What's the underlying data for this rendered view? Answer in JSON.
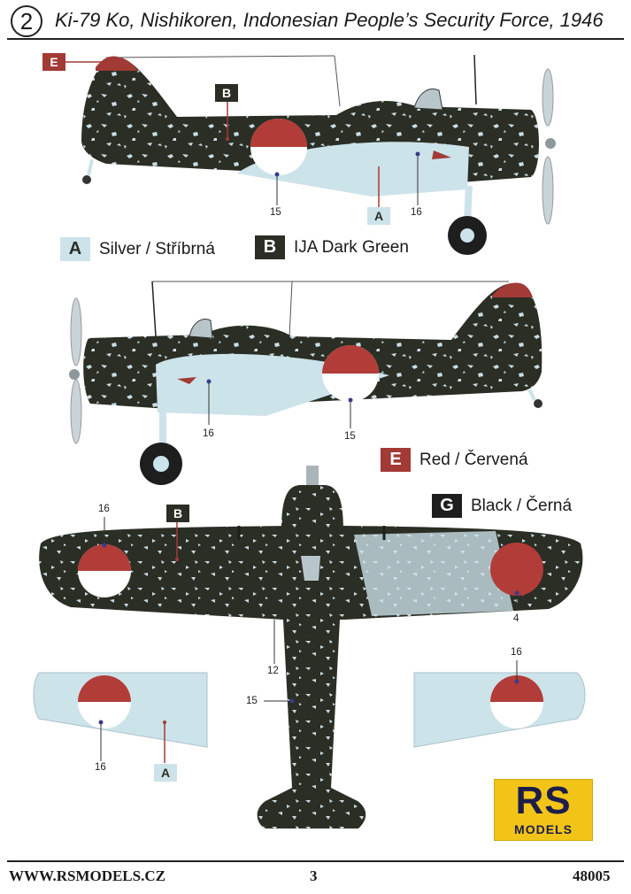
{
  "header": {
    "profile_number": "2",
    "title": "Ki-79 Ko, Nishikoren, Indonesian People’s Security Force, 1946"
  },
  "legend": {
    "a": {
      "code": "A",
      "label": "Silver / Stříbrná",
      "color": "#cde3ea"
    },
    "b": {
      "code": "B",
      "label": "IJA Dark Green",
      "color": "#2b2e24"
    },
    "e": {
      "code": "E",
      "label": "Red / Červená",
      "color": "#a23a36"
    },
    "g": {
      "code": "G",
      "label": "Black / Černá",
      "color": "#1e1e1e"
    }
  },
  "callouts": {
    "side1_e": "E",
    "side1_b": "B",
    "side1_a": "A",
    "side1_15": "15",
    "side1_16": "16",
    "side2_16": "16",
    "side2_15": "15",
    "top_16": "16",
    "top_b": "B",
    "top_4": "4",
    "top_12": "12",
    "top_15": "15",
    "wing_l_16": "16",
    "wing_l_a": "A",
    "wing_r_16": "16"
  },
  "logo": {
    "big": "RS",
    "small": "MODELS"
  },
  "footer": {
    "website": "WWW.RSMODELS.CZ",
    "page": "3",
    "code": "48005"
  }
}
